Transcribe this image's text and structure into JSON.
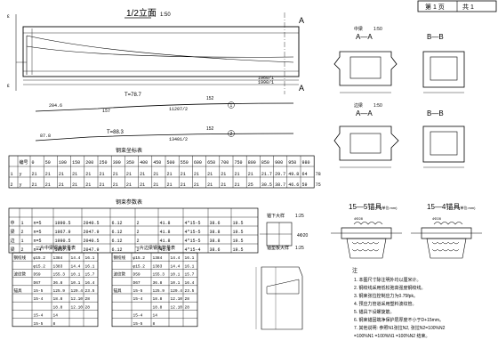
{
  "page_indicator": {
    "page_label": "第 1 页",
    "total_label": "共 1"
  },
  "elevation": {
    "title": "1/2立面",
    "scale": "1:50",
    "section_mark": "A",
    "dims": [
      "1960/1",
      "1990/1"
    ]
  },
  "tendon_profile": {
    "t_labels": [
      "T=78.7",
      "T=88.3"
    ],
    "dims": [
      "204.6",
      "157",
      "11207/2",
      "87.8",
      "13401/2"
    ],
    "callouts": [
      "152",
      "152"
    ],
    "callout_nums": [
      "1",
      "2"
    ]
  },
  "section_views": {
    "top": {
      "aa": "A—A",
      "bb": "B—B",
      "scale": "1:50",
      "subtitle": "中梁"
    },
    "bottom": {
      "aa": "A—A",
      "bb": "B—B",
      "scale": "1:50",
      "subtitle": "边梁"
    }
  },
  "coord_table": {
    "title": "钢束坐标表",
    "headers": [
      "",
      "编号",
      "0",
      "50",
      "100",
      "150",
      "200",
      "250",
      "300",
      "350",
      "400",
      "450",
      "500",
      "550",
      "600",
      "650",
      "700",
      "750",
      "800",
      "850",
      "900",
      "950",
      "980"
    ],
    "rows": [
      [
        "1",
        "y",
        "21",
        "21",
        "21",
        "21",
        "21",
        "21",
        "21",
        "21",
        "21",
        "21",
        "21",
        "21",
        "21",
        "21",
        "21",
        "21",
        "21",
        "21.7",
        "29.7",
        "49.8",
        "64",
        "78"
      ],
      [
        "2",
        "y",
        "21",
        "21",
        "21",
        "21",
        "21",
        "21",
        "21",
        "21",
        "21",
        "21",
        "21",
        "21",
        "21",
        "21",
        "21",
        "21",
        "25",
        "30.5",
        "38.7",
        "46.6",
        "59",
        "75"
      ]
    ]
  },
  "tendon_table": {
    "title": "钢束参数表",
    "rows": [
      [
        "中",
        "1",
        "n=5",
        "1990.5",
        "2040.5",
        "6.12",
        "2",
        "41.8",
        "4*15-5",
        "38.6",
        "19.5"
      ],
      [
        "梁",
        "2",
        "n=5",
        "1967.9",
        "2047.9",
        "6.12",
        "2",
        "41.8",
        "4*15-5",
        "38.8",
        "19.5"
      ],
      [
        "边",
        "1",
        "n=5",
        "1990.5",
        "2040.5",
        "6.12",
        "2",
        "41.8",
        "4*15-5",
        "38.8",
        "19.5"
      ],
      [
        "梁",
        "2",
        "n=4",
        "1967.9",
        "2047.9",
        "6.12",
        "2",
        "41.8",
        "4*15-4",
        "38.6",
        "19.5"
      ]
    ]
  },
  "qty_table_left": {
    "title": "一片中梁钢束数量表",
    "rows": [
      [
        "钢绞线",
        "φ15.2",
        "1384",
        "14.4",
        "16.1"
      ],
      [
        "",
        "φ15.2",
        "1383",
        "14.4",
        "16.1"
      ],
      [
        "波纹管",
        "D59",
        "155.3",
        "10.1",
        "15.7"
      ],
      [
        "",
        "D67",
        "36.8",
        "10.1",
        "16.4"
      ],
      [
        "锚具",
        "15-5",
        "125.9",
        "129.4",
        "23.5"
      ],
      [
        "",
        "15-4",
        "18.8",
        "12.10",
        "28"
      ],
      [
        "",
        "",
        "18.8",
        "12.10",
        "28"
      ],
      [
        "",
        "15-4",
        "14",
        "",
        ""
      ],
      [
        "",
        "15-5",
        "8",
        "",
        ""
      ]
    ]
  },
  "qty_table_right": {
    "title": "一片边梁钢束数量表",
    "rows": [
      [
        "钢绞线",
        "φ15.2",
        "1384",
        "14.4",
        "16.1"
      ],
      [
        "",
        "φ15.2",
        "1383",
        "14.4",
        "16.1"
      ],
      [
        "波纹管",
        "D59",
        "155.3",
        "10.1",
        "15.7"
      ],
      [
        "",
        "D67",
        "36.8",
        "10.1",
        "16.4"
      ],
      [
        "锚具",
        "15-5",
        "125.9",
        "129.4",
        "23.5"
      ],
      [
        "",
        "15-4",
        "18.8",
        "12.10",
        "28"
      ],
      [
        "",
        "",
        "18.8",
        "12.10",
        "28"
      ],
      [
        "",
        "15-4",
        "14",
        "",
        ""
      ],
      [
        "",
        "15-5",
        "8",
        "",
        ""
      ]
    ]
  },
  "small_details": {
    "detail1": {
      "title": "锚下大样",
      "scale": "1:25",
      "dim": "4Φ20"
    },
    "detail2": {
      "title": "锚垫板大样",
      "scale": "1:25"
    }
  },
  "anchor_sections": {
    "left": {
      "title": "15—5锚具",
      "unit": "(单位:mm)",
      "dim": "4Φ28"
    },
    "right": {
      "title": "15—4锚具",
      "unit": "(单位:mm)",
      "dim": "4Φ28"
    }
  },
  "notes": {
    "title": "注",
    "items": [
      "1. 本图尺寸除注明外均以厘米计。",
      "2. 钢绞线采用低松弛高强度钢绞线。",
      "3. 钢束张拉控制应力为0.75fpk。",
      "4. 预应力管道采用塑料波纹管。",
      "5. 锚具下设螺旋筋。",
      "6. 钢束锚固端净保护层厚度不小于D+15mm。",
      "7. 其他说明: 参照N1张拉N2, 张拉N2=100%N2",
      "=100%N1 =100%N1 =100%N2 结束。"
    ]
  }
}
